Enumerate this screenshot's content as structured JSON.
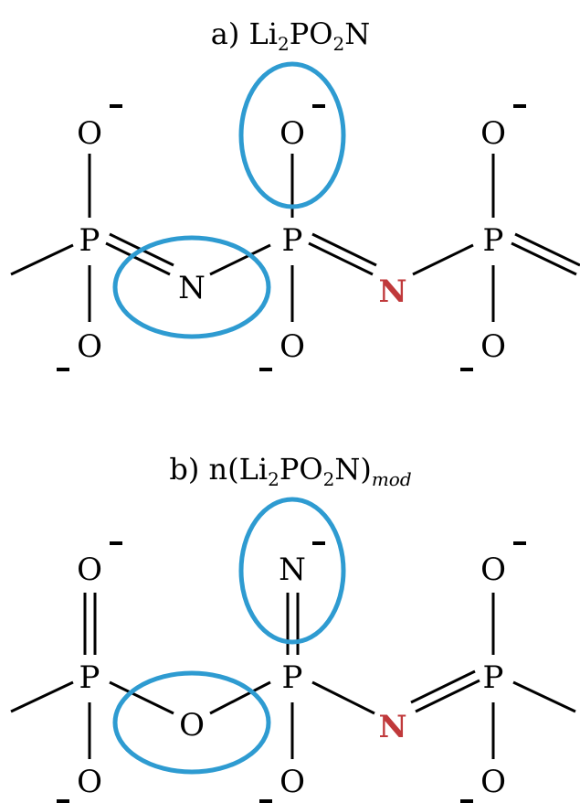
{
  "colors": {
    "highlight": "#2e9bd1",
    "nitrogen_accent": "#c0393b",
    "ink": "#000000"
  },
  "panel_a": {
    "title_prefix": "a) Li",
    "title_sub1": "2",
    "title_mid": "PO",
    "title_sub2": "2",
    "title_suffix": "N",
    "atoms": {
      "o_top_left": "O",
      "o_top_mid": "O",
      "o_top_right": "O",
      "p_left": "P",
      "p_mid": "P",
      "p_right": "P",
      "n_bridge": "N",
      "n_red": "N",
      "o_bot_left": "O",
      "o_bot_mid": "O",
      "o_bot_right": "O"
    }
  },
  "panel_b": {
    "title_prefix": "b) n(Li",
    "title_sub1": "2",
    "title_mid": "PO",
    "title_sub2": "2",
    "title_suffix": "N)",
    "title_subscript": "mod",
    "atoms": {
      "o_top_left": "O",
      "n_top_mid": "N",
      "o_top_right": "O",
      "p_left": "P",
      "p_mid": "P",
      "p_right": "P",
      "o_bridge": "O",
      "n_red": "N",
      "o_bot_left": "O",
      "o_bot_mid": "O",
      "o_bot_right": "O"
    }
  }
}
